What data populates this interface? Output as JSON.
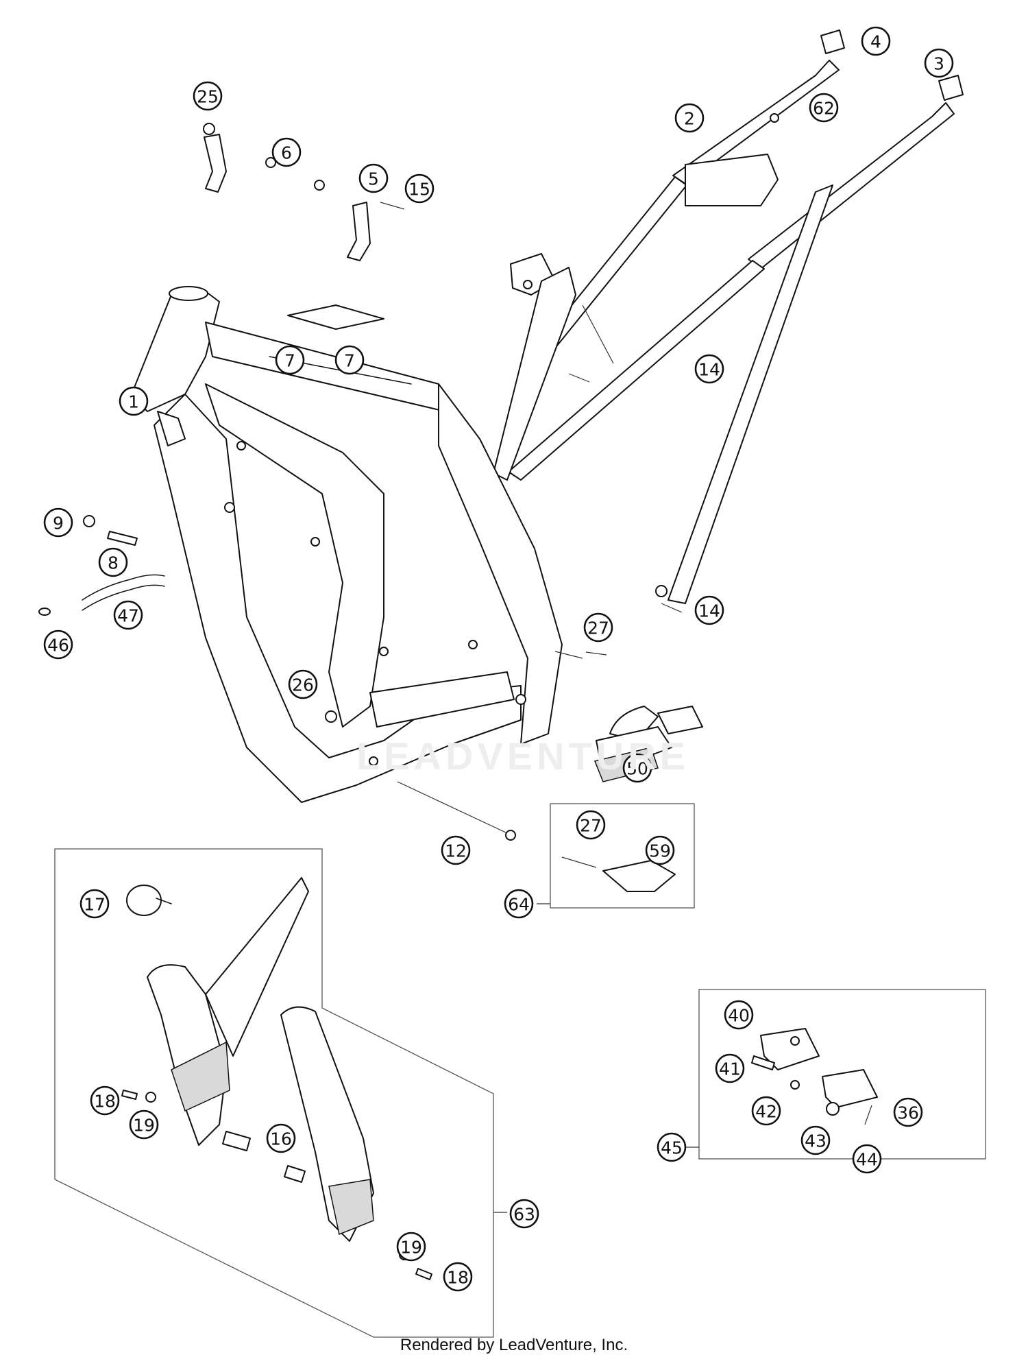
{
  "diagram": {
    "callouts": [
      {
        "label": "1"
      },
      {
        "label": "2"
      },
      {
        "label": "3"
      },
      {
        "label": "4"
      },
      {
        "label": "5"
      },
      {
        "label": "6"
      },
      {
        "label": "7"
      },
      {
        "label": "7"
      },
      {
        "label": "8"
      },
      {
        "label": "9"
      },
      {
        "label": "12"
      },
      {
        "label": "14"
      },
      {
        "label": "14"
      },
      {
        "label": "15"
      },
      {
        "label": "16"
      },
      {
        "label": "17"
      },
      {
        "label": "18"
      },
      {
        "label": "18"
      },
      {
        "label": "19"
      },
      {
        "label": "19"
      },
      {
        "label": "25"
      },
      {
        "label": "26"
      },
      {
        "label": "27"
      },
      {
        "label": "27"
      },
      {
        "label": "36"
      },
      {
        "label": "40"
      },
      {
        "label": "41"
      },
      {
        "label": "42"
      },
      {
        "label": "43"
      },
      {
        "label": "44"
      },
      {
        "label": "45"
      },
      {
        "label": "46"
      },
      {
        "label": "47"
      },
      {
        "label": "50"
      },
      {
        "label": "59"
      },
      {
        "label": "62"
      },
      {
        "label": "63"
      },
      {
        "label": "64"
      }
    ]
  },
  "watermark": "LEADVENTURE",
  "footer": "Rendered by LeadVenture, Inc."
}
